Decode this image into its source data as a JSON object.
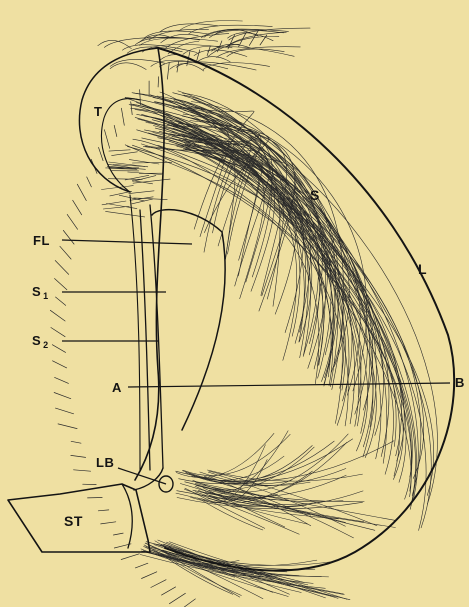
{
  "figure": {
    "background": "#efe0a2",
    "ink": "#1a1a1a",
    "labels": {
      "T": "T",
      "S": "S",
      "L": "L",
      "FL": "FL",
      "S1_base": "S",
      "S1_sub": "1",
      "S2_base": "S",
      "S2_sub": "2",
      "A": "A",
      "B": "B",
      "LB": "LB",
      "ST": "ST"
    }
  }
}
